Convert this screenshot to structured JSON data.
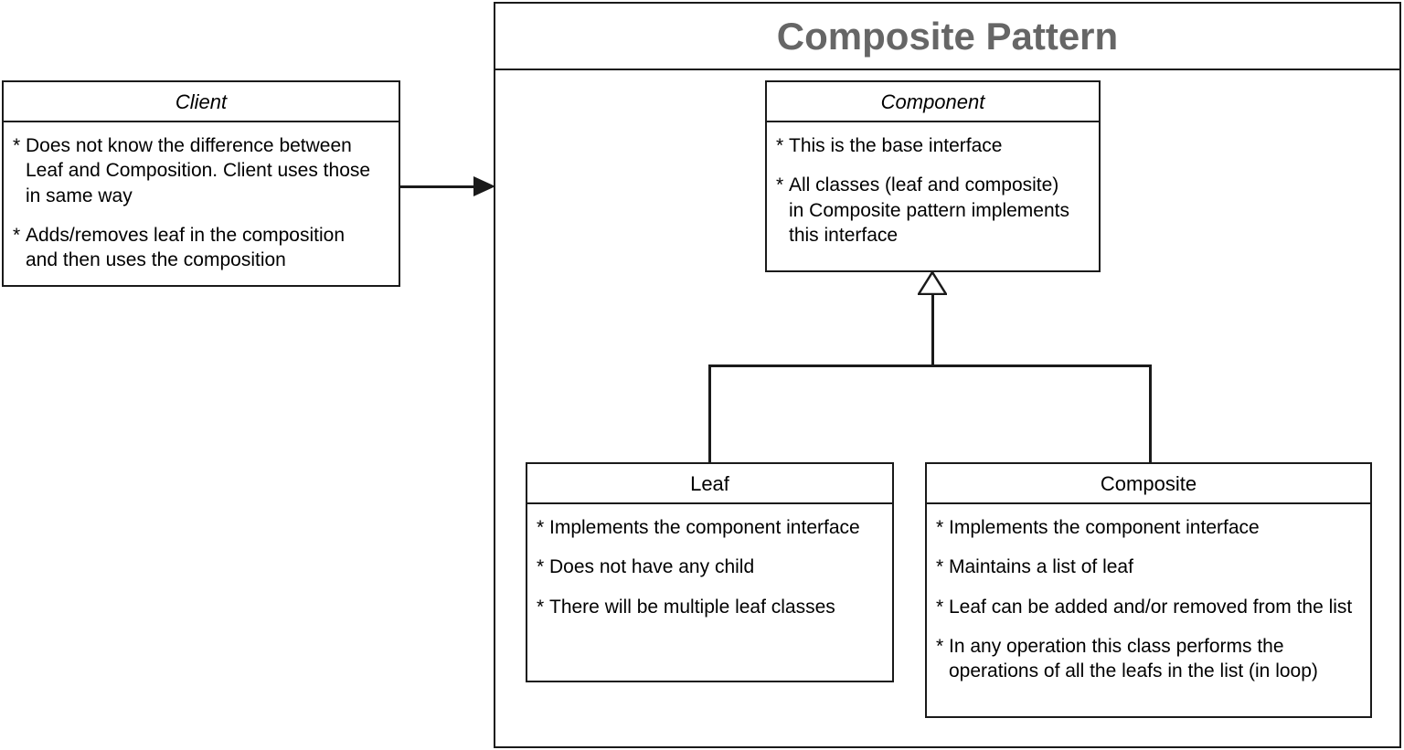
{
  "diagram": {
    "title": "Composite Pattern",
    "title_color": "#666666",
    "line_color": "#1a1a1a",
    "background": "#ffffff"
  },
  "boxes": {
    "client": {
      "title": "Client",
      "title_style": "italic",
      "items": [
        "Does not know the difference between\nLeaf and Composition. Client uses those\nin same way",
        "Adds/removes leaf in the composition\nand then uses the composition"
      ]
    },
    "component": {
      "title": "Component",
      "title_style": "italic",
      "items": [
        "This is the base interface",
        "All classes (leaf and composite)\nin Composite pattern implements\nthis interface"
      ]
    },
    "leaf": {
      "title": "Leaf",
      "title_style": "normal",
      "items": [
        "Implements the component interface",
        "Does not have any child",
        "There will be multiple leaf classes"
      ]
    },
    "composite": {
      "title": "Composite",
      "title_style": "normal",
      "items": [
        "Implements the component interface",
        "Maintains a list of leaf",
        "Leaf can be added and/or removed from the list",
        "In any operation this class performs the\noperations of all the leafs in the list (in loop)"
      ]
    }
  },
  "bullet": {
    "marker": "*"
  },
  "connectors": {
    "client_to_pattern": {
      "type": "association-arrow",
      "from": "client",
      "to": "pattern-frame",
      "arrowhead": "filled-triangle"
    },
    "leaf_to_component": {
      "type": "generalization",
      "from": "leaf",
      "to": "component",
      "arrowhead": "hollow-triangle"
    },
    "composite_to_component": {
      "type": "generalization",
      "from": "composite",
      "to": "component",
      "arrowhead": "hollow-triangle"
    }
  }
}
